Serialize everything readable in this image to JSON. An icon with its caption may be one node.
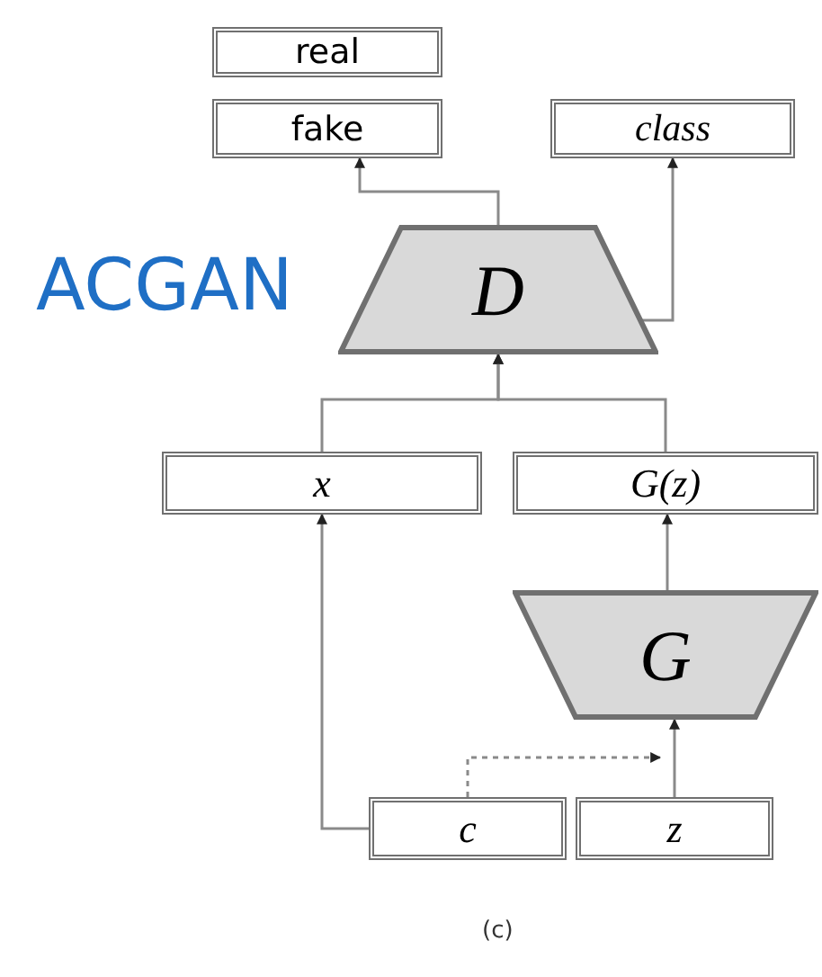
{
  "diagram": {
    "title": "ACGAN",
    "caption": "(c)",
    "nodes": [
      {
        "text": [
          "real"
        ]
      },
      {
        "text": [
          "fake"
        ]
      },
      {
        "text": [
          "class"
        ]
      },
      {
        "text": [
          "D"
        ]
      },
      {
        "text": [
          "x"
        ]
      },
      {
        "text": [
          "G(z)"
        ]
      },
      {
        "text": [
          "G"
        ]
      },
      {
        "text": [
          "c"
        ]
      },
      {
        "text": [
          "z"
        ]
      }
    ],
    "edges": [
      {
        "from": 3,
        "to": 1,
        "arrow": "to"
      },
      {
        "from": 3,
        "to": 2,
        "arrow": "to"
      },
      {
        "from": 4,
        "to": 3,
        "arrow": "to"
      },
      {
        "from": 5,
        "to": 3,
        "arrow": "to"
      },
      {
        "from": 6,
        "to": 5,
        "arrow": "to"
      },
      {
        "from": 8,
        "to": 6,
        "arrow": "to"
      },
      {
        "from": 7,
        "to": 4,
        "arrow": "to"
      },
      {
        "from": 7,
        "to": 6,
        "arrow": "to",
        "style": "dashed"
      }
    ]
  }
}
